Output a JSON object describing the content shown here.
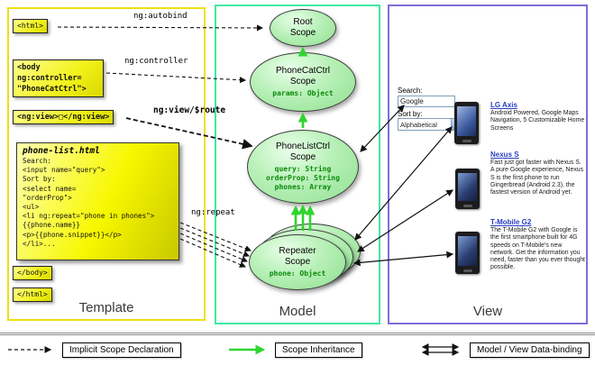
{
  "panels": {
    "template": {
      "label": "Template"
    },
    "model": {
      "label": "Model"
    },
    "view": {
      "label": "View"
    }
  },
  "template": {
    "html_open": "<html>",
    "body_open_lines": [
      "<body",
      "ng:controller=",
      "\"PhoneCatCtrl\">"
    ],
    "ng_view_tag": "<ng:view>□</ng:view>",
    "note": {
      "title": "phone-list.html",
      "lines": [
        "Search:",
        "<input name=\"query\">",
        "Sort by:",
        "<select name=",
        "\"orderProp\">",
        "<ul>",
        "<li ng:repeat=\"phone in phones\">",
        "{{phone.name}}",
        "<p>{{phone.snippet}}</p>",
        "</li>..."
      ]
    },
    "body_close": "</body>",
    "html_close": "</html>"
  },
  "model": {
    "scopes": {
      "root": {
        "title": "Root\nScope"
      },
      "phonecat": {
        "title": "PhoneCatCtrl\nScope",
        "props": [
          "params: Object"
        ]
      },
      "phonelist": {
        "title": "PhoneListCtrl\nScope",
        "props": [
          "query: String",
          "orderProp: String",
          "phones: Array"
        ]
      },
      "repeater": {
        "title": "Repeater\nScope",
        "props": [
          "phone: Object"
        ]
      }
    }
  },
  "arrow_labels": {
    "autobind": "ng:autobind",
    "controller": "ng:controller",
    "view_route": "ng:view/$route",
    "repeat": "ng:repeat"
  },
  "view": {
    "search": {
      "label": "Search:",
      "value": "Google"
    },
    "sort": {
      "label": "Sort by:",
      "value": "Alphabetical"
    },
    "phones": [
      {
        "name": "LG Axis",
        "desc": "Android Powered, Google Maps Navigation, 5 Customizable Home Screens"
      },
      {
        "name": "Nexus S",
        "desc": "Fast just got faster with Nexus S. A pure Google experience, Nexus S is the first phone to run Gingerbread (Android 2.3), the fastest version of Android yet."
      },
      {
        "name": "T-Mobile G2",
        "desc": "The T-Mobile G2 with Google is the first smartphone built for 4G speeds on T-Mobile's new network. Get the information you need, faster than you ever thought possible."
      }
    ]
  },
  "icons": {
    "dropdown_arrow": "▼"
  },
  "legend": {
    "implicit": "Implicit Scope Declaration",
    "inheritance": "Scope Inheritance",
    "databinding": "Model / View Data-binding"
  },
  "colors": {
    "template_border": "#efe013",
    "model_border": "#3fe9a0",
    "view_border": "#7a70d8",
    "codebox_fill": "#f2f21a",
    "scope_fill": "#8fe08f",
    "scope_prop_green": "#0a8a0a",
    "inheritance_green": "#2fd42f",
    "link_blue": "#2b3fc4"
  }
}
